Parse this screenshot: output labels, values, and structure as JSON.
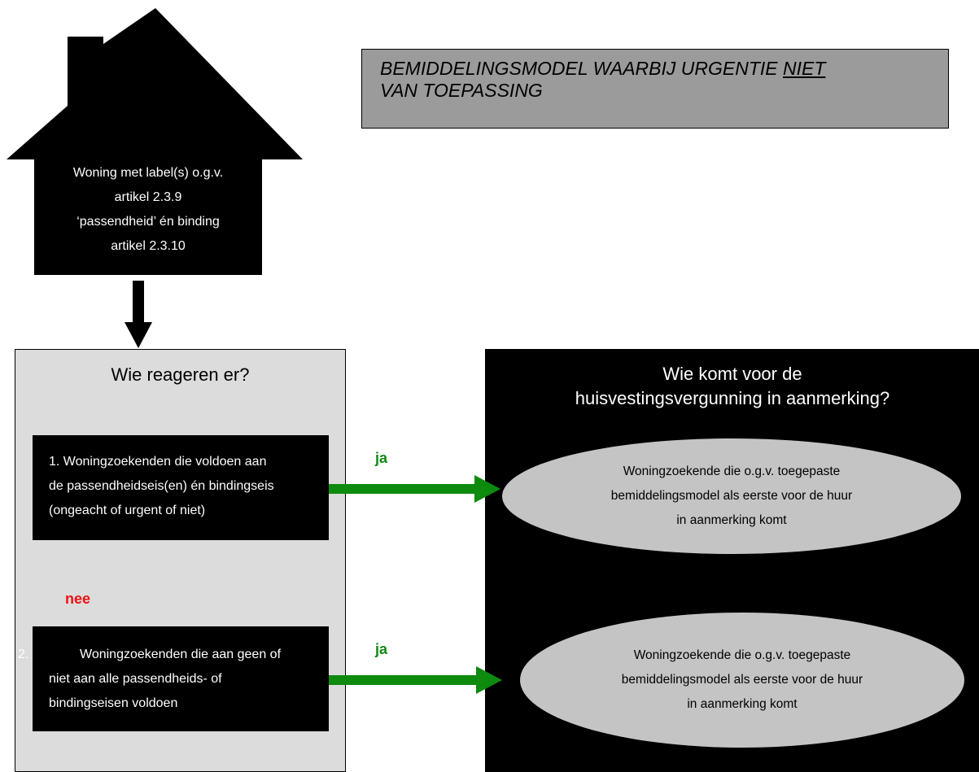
{
  "title": {
    "line1_prefix": "BEMIDDELINGSMODEL WAARBIJ URGENTIE ",
    "line1_underlined": "NIET",
    "line2": "VAN TOEPASSING"
  },
  "house": {
    "lines": [
      "Woning met label(s) o.g.v.",
      "artikel 2.3.9",
      "‘passendheid’ én binding",
      "artikel 2.3.10"
    ]
  },
  "left_panel": {
    "title": "Wie reageren er?",
    "box1": {
      "lines": [
        "1. Woningzoekenden die voldoen aan",
        "de passendheidseis(en) én bindingseis",
        "(ongeacht of urgent of niet)"
      ]
    },
    "box2": {
      "number": "2.",
      "lines": [
        "Woningzoekenden die aan geen of",
        "niet aan alle passendheids- of",
        "bindingseisen voldoen"
      ]
    }
  },
  "right_panel": {
    "title_line1": "Wie komt voor de",
    "title_line2": "huisvestingsvergunning in aanmerking?",
    "ellipse1": {
      "lines": [
        "Woningzoekende die o.g.v. toegepaste",
        "bemiddelingsmodel als eerste voor de huur",
        "in aanmerking komt"
      ]
    },
    "ellipse2": {
      "lines": [
        "Woningzoekende die o.g.v. toegepaste",
        "bemiddelingsmodel als eerste voor de huur",
        "in aanmerking komt"
      ]
    }
  },
  "labels": {
    "ja_1": "ja",
    "ja_2": "ja",
    "nee": "nee"
  },
  "colors": {
    "yes_arrow": "#0e8a0e",
    "no_arrow": "#ee1111",
    "house": "#000000",
    "title_box": "#9b9b9b",
    "left_panel": "#dcdcdc",
    "ellipse": "#c4c4c4"
  }
}
